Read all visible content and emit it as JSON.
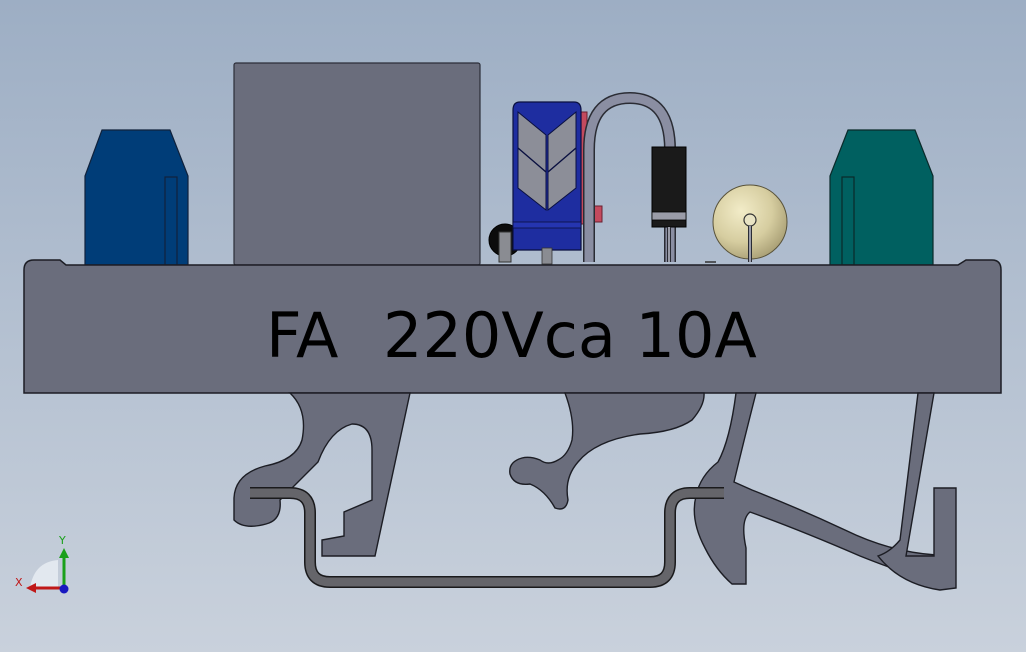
{
  "housing": {
    "label_left": "FA",
    "label_right": "220Vca 10A"
  },
  "triad": {
    "x_label": "X",
    "y_label": "Y"
  },
  "colors": {
    "background_top": "#9daec4",
    "background_bottom": "#c9d1dc",
    "housing_gray": "#6a6d7c",
    "terminal_left_blue": "#003d78",
    "terminal_right_teal": "#006060",
    "capacitor_blue": "#1e2da0",
    "rail_gray": "#65656a",
    "axis_y_green": "#1aa01a",
    "axis_x_red": "#c01818",
    "axis_z_blue": "#1818c0"
  }
}
